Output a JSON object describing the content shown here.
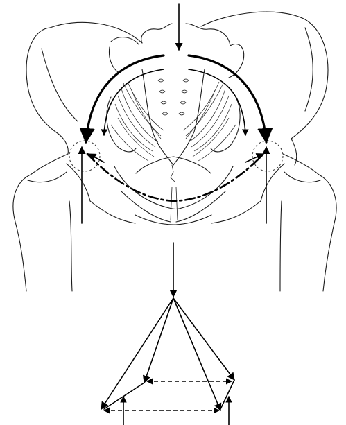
{
  "figure": {
    "subject": "pelvic-force-transmission",
    "regions": [
      "pelvis-illustration",
      "force-triangle-diagram"
    ]
  }
}
